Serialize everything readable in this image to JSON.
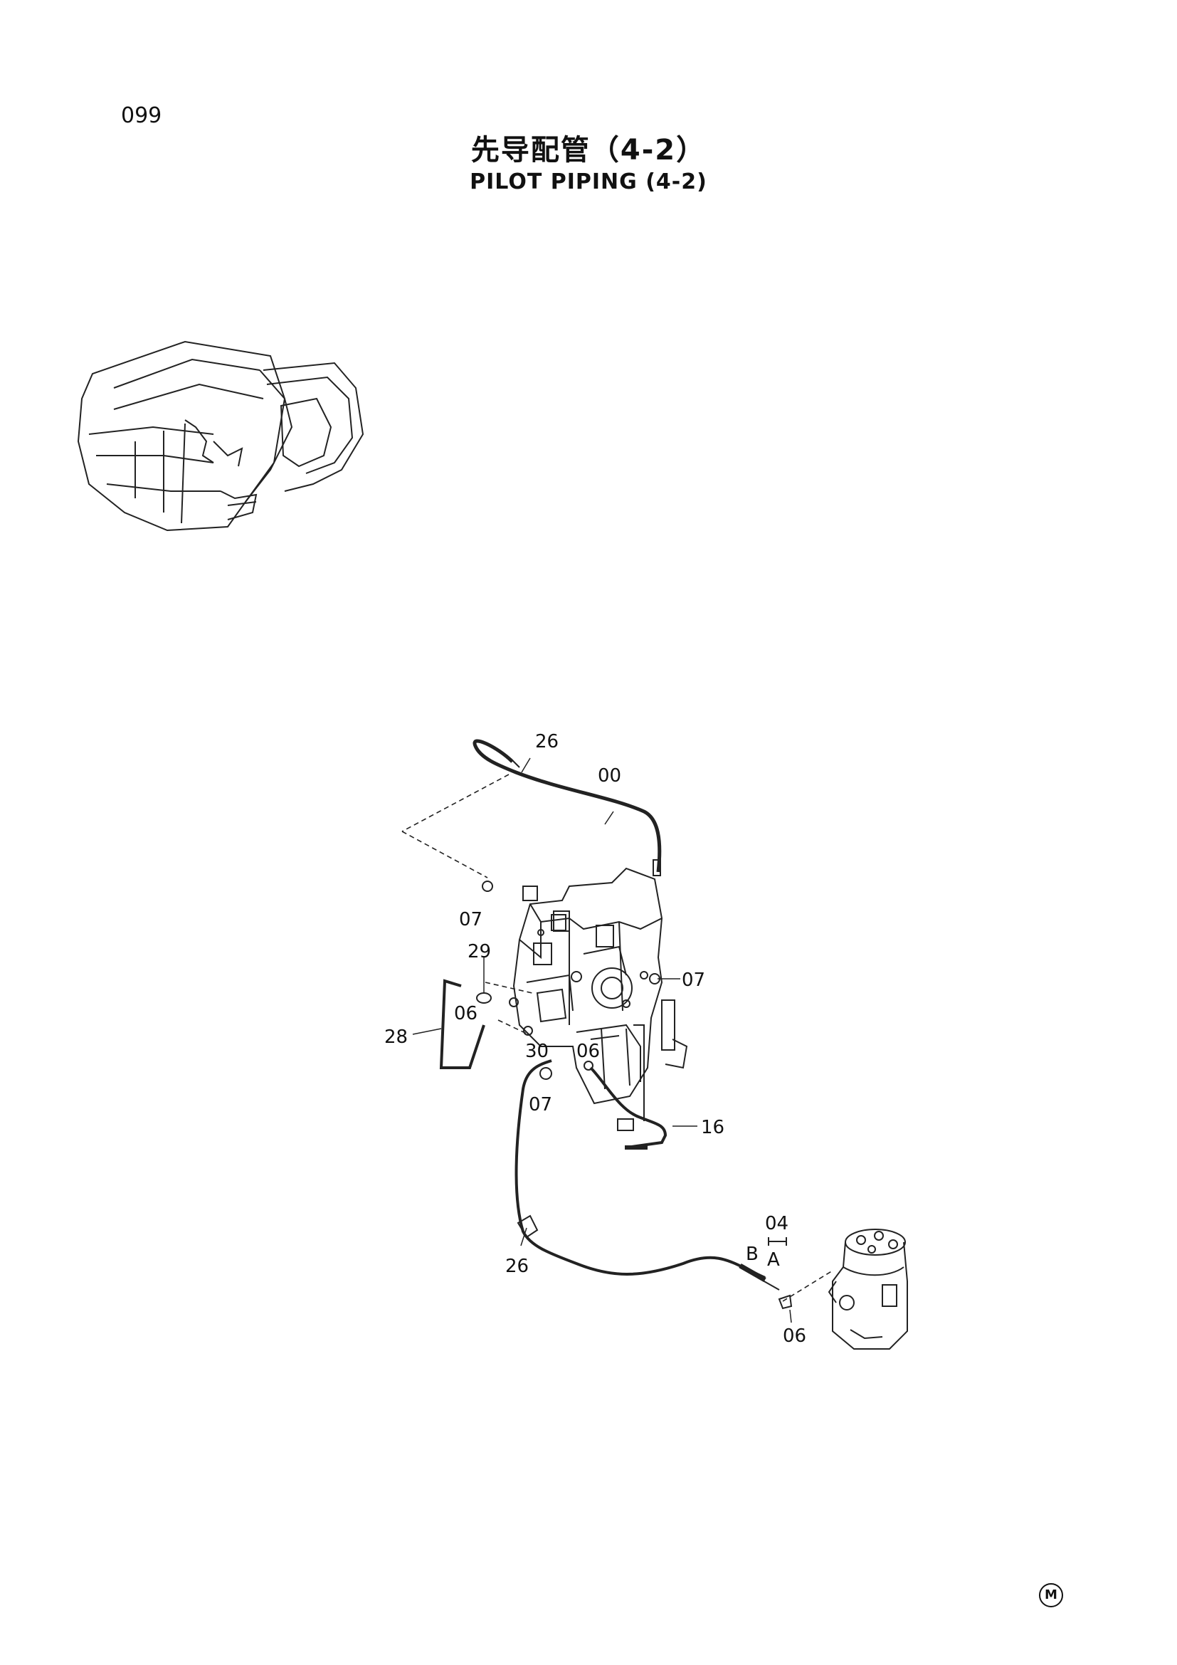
{
  "page_number": "099",
  "title_cn": "先导配管（4-2）",
  "title_en": "PILOT  PIPING (4-2)",
  "callouts": {
    "c26a": "26",
    "c00": "00",
    "c07a": "07",
    "c29": "29",
    "c06a": "06",
    "c07b": "07",
    "c28": "28",
    "c30": "30",
    "c06b": "06",
    "c07c": "07",
    "c16": "16",
    "c04": "04",
    "cB": "B",
    "cA": "A",
    "c26b": "26",
    "c06c": "06"
  },
  "corner_mark": "M"
}
